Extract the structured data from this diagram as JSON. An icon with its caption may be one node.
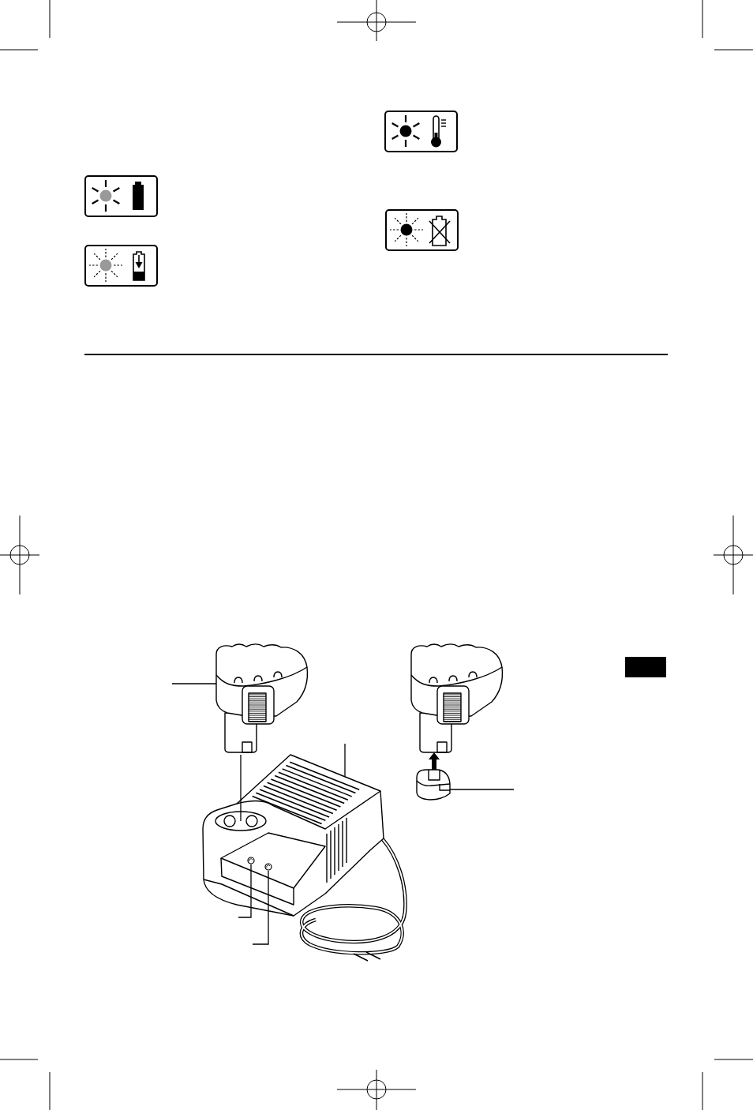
{
  "diagram": {
    "nodes": [
      {
        "text": [],
        "shape": "picture"
      },
      {
        "text": [],
        "shape": "picture"
      },
      {
        "text": [],
        "shape": "picture"
      },
      {
        "text": [],
        "shape": "picture"
      },
      {
        "text": [],
        "shape": "circle",
        "in": 2
      },
      {
        "text": [],
        "shape": "circle",
        "in": 2
      }
    ],
    "edges": [
      {
        "from": null,
        "to": 0,
        "arrow": "none"
      },
      {
        "from": null,
        "to": 2,
        "arrow": "none"
      },
      {
        "from": 0,
        "to": 2,
        "arrow": "none"
      },
      {
        "from": 3,
        "to": 1,
        "arrow": "to",
        "style": "thick"
      },
      {
        "from": null,
        "to": 3,
        "arrow": "none"
      },
      {
        "from": null,
        "to": 4,
        "arrow": "none"
      },
      {
        "from": null,
        "to": 5,
        "arrow": "none"
      }
    ]
  }
}
